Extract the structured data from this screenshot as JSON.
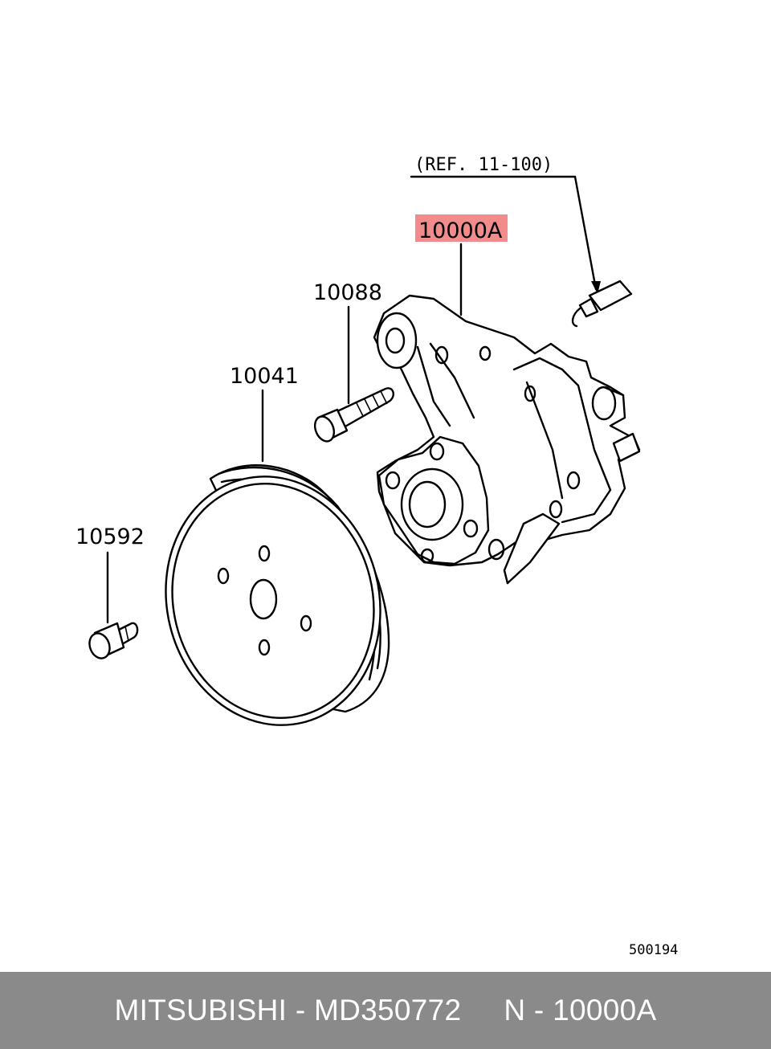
{
  "diagram": {
    "ref_label": "(REF. 11-100)",
    "parts": [
      {
        "number": "10000A",
        "highlight_color": "#f28c8c"
      },
      {
        "number": "10088"
      },
      {
        "number": "10041"
      },
      {
        "number": "10592"
      }
    ],
    "drawing_code": "500194"
  },
  "footer": {
    "text": "MITSUBISHI - MD350772     N - 10000A",
    "background": "#8a8a8a"
  }
}
